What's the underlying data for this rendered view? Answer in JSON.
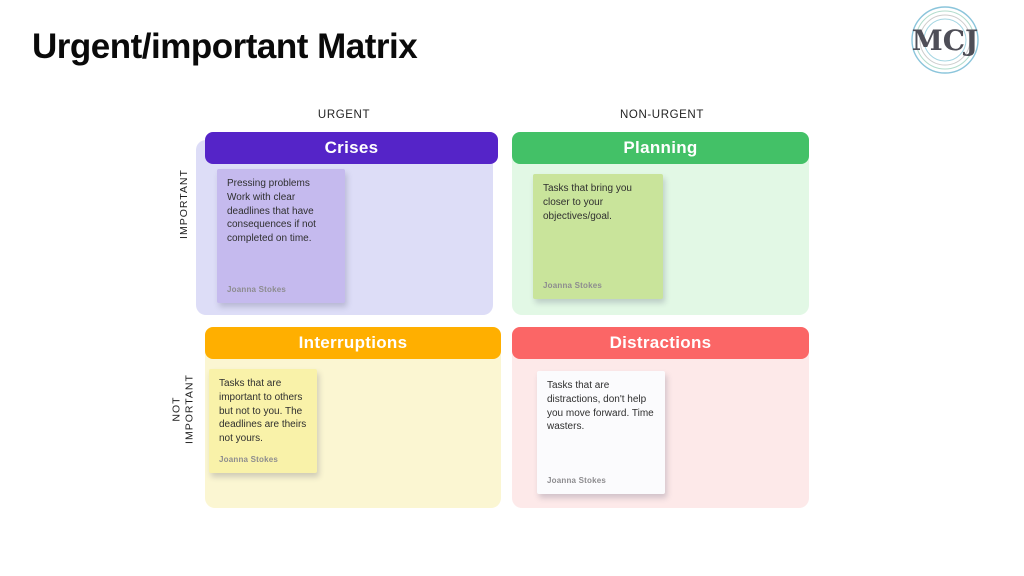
{
  "header": {
    "title": "Urgent/important Matrix",
    "logo_text": "MCJ",
    "logo_ring_color": "#8BC5DB"
  },
  "matrix": {
    "column_labels": [
      "URGENT",
      "NON-URGENT"
    ],
    "row_labels": [
      "IMPORTANT",
      "NOT\nIMPORTANT"
    ],
    "quadrants": [
      {
        "id": "crises",
        "title": "Crises",
        "header_color": "#5524C8",
        "panel_color": "#DDDDF7",
        "note": {
          "text": "Pressing problems\nWork with clear\ndeadlines that have\nconsequences if not\ncompleted on time.",
          "author": "Joanna Stokes",
          "color": "#C5BAEE"
        }
      },
      {
        "id": "planning",
        "title": "Planning",
        "header_color": "#43C167",
        "panel_color": "#E2F8E5",
        "note": {
          "text": "Tasks that bring you\ncloser to your\nobjectives/goal.",
          "author": "Joanna Stokes",
          "color": "#C9E49B"
        }
      },
      {
        "id": "interruptions",
        "title": "Interruptions",
        "header_color": "#FFAF00",
        "panel_color": "#FBF6D2",
        "note": {
          "text": "Tasks that are\nimportant to others\nbut not to you. The\ndeadlines are theirs\nnot yours.",
          "author": "Joanna Stokes",
          "color": "#F9F2A9"
        }
      },
      {
        "id": "distractions",
        "title": "Distractions",
        "header_color": "#FB6666",
        "panel_color": "#FDE9E9",
        "note": {
          "text": "Tasks that are\ndistractions, don't help\nyou move forward. Time\nwasters.",
          "author": "Joanna Stokes",
          "color": "#FBFBFD"
        }
      }
    ]
  }
}
